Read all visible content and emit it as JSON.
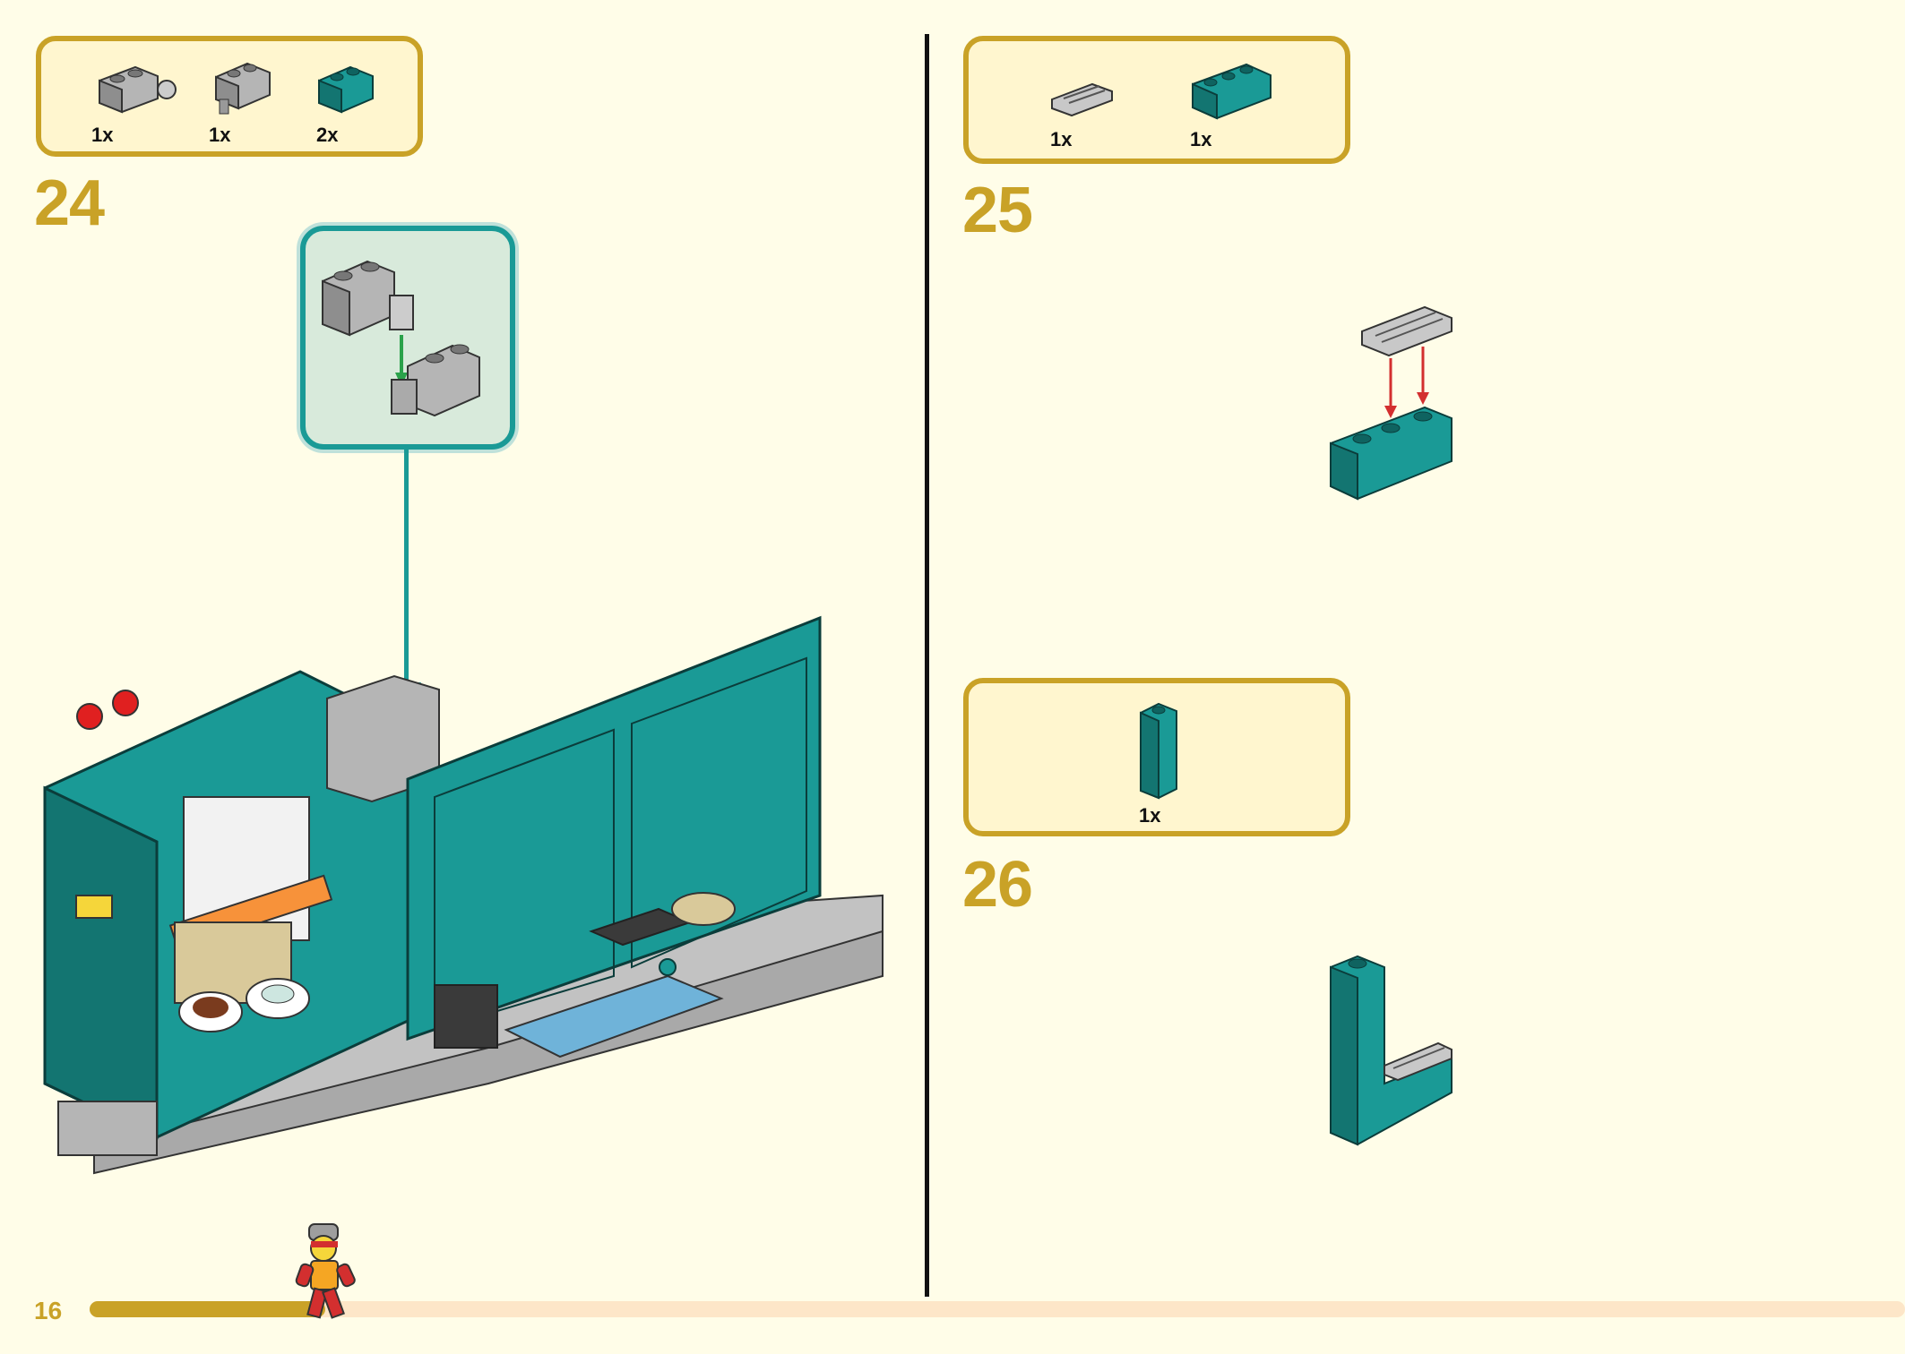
{
  "page": {
    "number": "16",
    "progress_fraction": 0.13
  },
  "colors": {
    "background": "#fffde8",
    "accent_gold": "#c9a227",
    "teal": "#1a9a96",
    "box_fill": "#fff6cf"
  },
  "steps": [
    {
      "number": "24",
      "parts": [
        {
          "icon": "gray-hinge-brick-icon",
          "qty": "1x"
        },
        {
          "icon": "gray-hinge-brick-alt-icon",
          "qty": "1x"
        },
        {
          "icon": "teal-brick-1x2-icon",
          "qty": "2x"
        }
      ]
    },
    {
      "number": "25",
      "parts": [
        {
          "icon": "gray-grille-tile-icon",
          "qty": "1x"
        },
        {
          "icon": "teal-brick-1x3-icon",
          "qty": "1x"
        }
      ]
    },
    {
      "number": "26",
      "parts": [
        {
          "icon": "teal-pillar-brick-icon",
          "qty": "1x"
        }
      ]
    }
  ]
}
